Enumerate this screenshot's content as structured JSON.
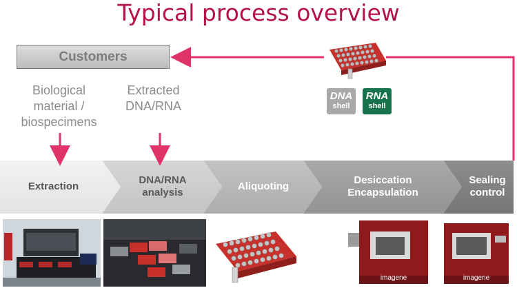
{
  "title": "Typical process overview",
  "customers": {
    "label": "Customers"
  },
  "inputs": {
    "biological": [
      "Biological",
      "material /",
      "biospecimens"
    ],
    "extracted": [
      "Extracted",
      "DNA/RNA"
    ]
  },
  "badges": {
    "dna": {
      "top": "DNA",
      "bottom": "shell",
      "color": "#a8a8a8"
    },
    "rna": {
      "top": "RNA",
      "bottom": "shell",
      "color": "#17734b"
    }
  },
  "steps": [
    {
      "line1": "Extraction",
      "line2": ""
    },
    {
      "line1": "DNA/RNA",
      "line2": "analysis"
    },
    {
      "line1": "Aliquoting",
      "line2": ""
    },
    {
      "line1": "Desiccation",
      "line2": "Encapsulation"
    },
    {
      "line1": "Sealing",
      "line2": "control"
    }
  ],
  "machine_brand": "imagene",
  "colors": {
    "accent": "#b5124a",
    "arrow": "#e0336a"
  }
}
